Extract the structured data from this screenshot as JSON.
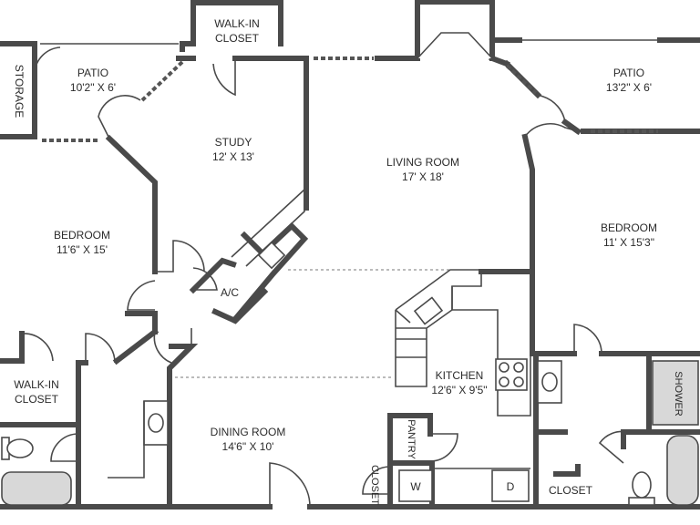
{
  "rooms": {
    "walk_in_closet_top": {
      "line1": "WALK-IN",
      "line2": "CLOSET"
    },
    "storage": "STORAGE",
    "patio_left": {
      "name": "PATIO",
      "size": "10'2\" X 6'"
    },
    "patio_right": {
      "name": "PATIO",
      "size": "13'2\" X 6'"
    },
    "study": {
      "name": "STUDY",
      "size": "12' X 13'"
    },
    "living_room": {
      "name": "LIVING ROOM",
      "size": "17' X 18'"
    },
    "bedroom_left": {
      "name": "BEDROOM",
      "size": "11'6\" X 15'"
    },
    "bedroom_right": {
      "name": "BEDROOM",
      "size": "11' X 15'3\""
    },
    "ac": "A/C",
    "walk_in_closet_left": {
      "line1": "WALK-IN",
      "line2": "CLOSET"
    },
    "kitchen": {
      "name": "KITCHEN",
      "size": "12'6\" X 9'5\""
    },
    "shower": "SHOWER",
    "dining_room": {
      "name": "DINING ROOM",
      "size": "14'6\" X 10'"
    },
    "pantry": "PANTRY",
    "closet_small": "CLOSET",
    "closet_right": "CLOSET",
    "washer": "W",
    "dryer": "D"
  }
}
